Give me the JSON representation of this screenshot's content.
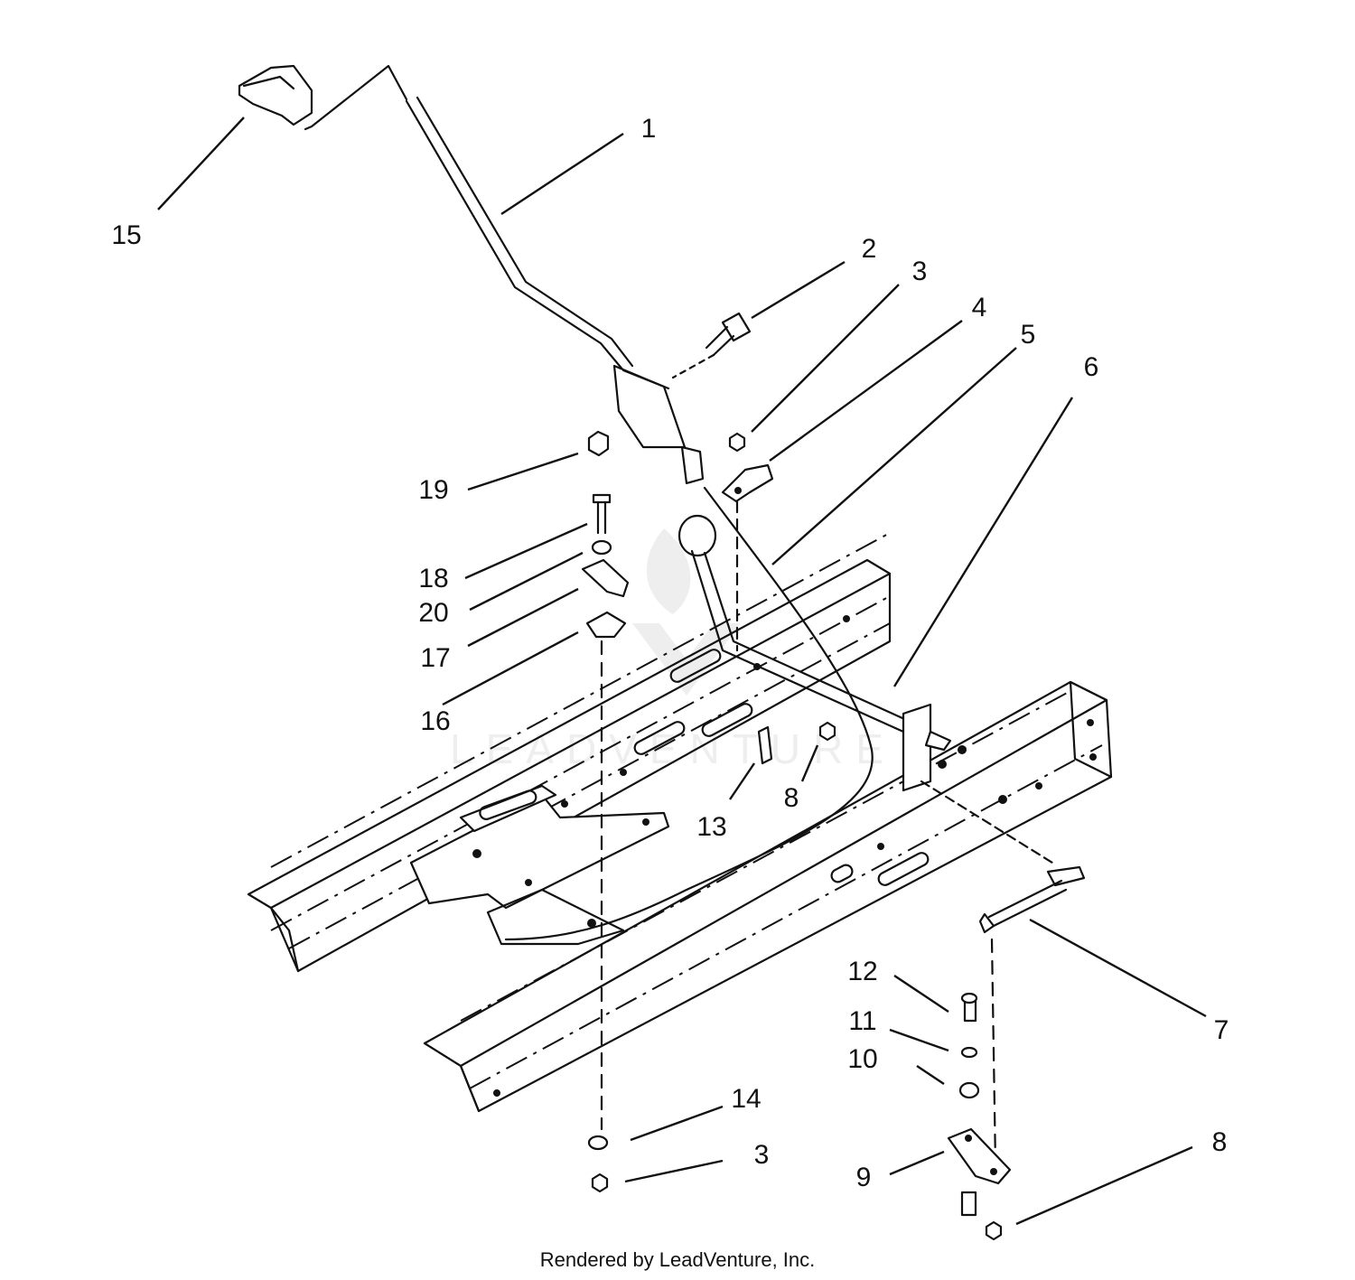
{
  "colors": {
    "ink": "#111111",
    "background": "#ffffff"
  },
  "callouts": [
    {
      "label": "1"
    },
    {
      "label": "2"
    },
    {
      "label": "3"
    },
    {
      "label": "4"
    },
    {
      "label": "5"
    },
    {
      "label": "6"
    },
    {
      "label": "7"
    },
    {
      "label": "8"
    },
    {
      "label": "9"
    },
    {
      "label": "10"
    },
    {
      "label": "11"
    },
    {
      "label": "12"
    },
    {
      "label": "13"
    },
    {
      "label": "14"
    },
    {
      "label": "3"
    },
    {
      "label": "8"
    },
    {
      "label": "15"
    },
    {
      "label": "16"
    },
    {
      "label": "17"
    },
    {
      "label": "18"
    },
    {
      "label": "19"
    },
    {
      "label": "20"
    }
  ],
  "watermark": "LEADVENTURE",
  "footer": "Rendered by LeadVenture, Inc."
}
